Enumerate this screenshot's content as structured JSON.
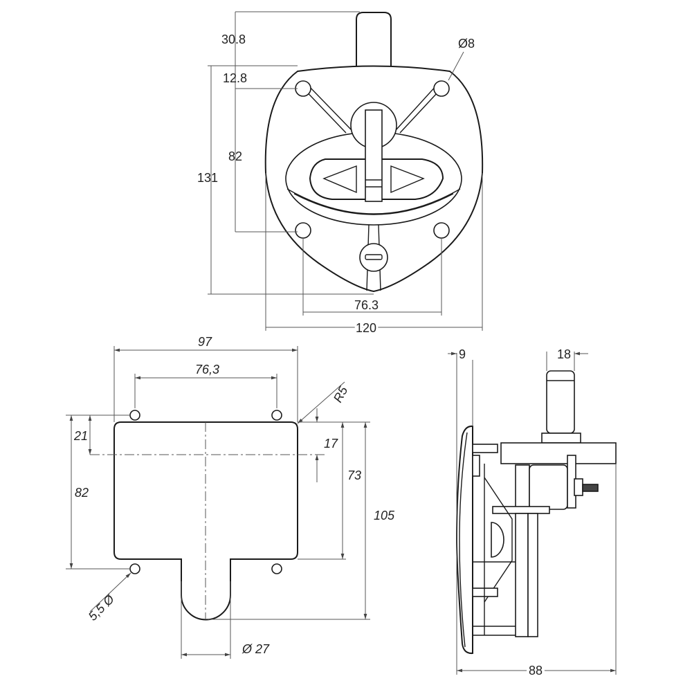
{
  "front_view": {
    "dims": {
      "stem_height": "30.8",
      "hole_offset_top": "12.8",
      "hole_spacing_vertical": "82",
      "overall_height": "131",
      "hole_diameter": "Ø8",
      "hole_spacing_horizontal": "76.3",
      "overall_width": "120"
    }
  },
  "cutout_view": {
    "dims": {
      "width": "97",
      "hole_spacing_horizontal": "76,3",
      "corner_radius": "R5",
      "hole_to_centerline": "21",
      "hole_spacing_vertical": "82",
      "top_to_centerline": "17",
      "rect_height": "73",
      "total_height": "105",
      "tab_diameter": "Ø 27",
      "hole_diameter": "5,5 Ø"
    }
  },
  "side_view": {
    "dims": {
      "plate_thickness": "9",
      "stem_width": "18",
      "overall_depth": "88"
    }
  }
}
